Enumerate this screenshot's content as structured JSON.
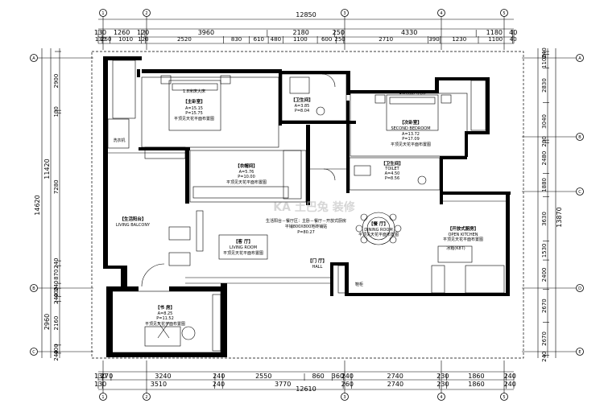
{
  "top_dims": {
    "overall": "12850",
    "row2": [
      "130",
      "1260",
      "120",
      "3960",
      "2180",
      "250",
      "4330",
      "1180",
      "40"
    ],
    "row3": [
      "130",
      "250",
      "1010",
      "120",
      "2520",
      "830",
      "610",
      "480",
      "1100",
      "600",
      "250",
      "2710",
      "390",
      "1230",
      "1100",
      "40"
    ]
  },
  "bottom_dims": {
    "row1": [
      "130",
      "270",
      "3240",
      "240",
      "2550",
      "860",
      "360",
      "240",
      "2740",
      "230",
      "1860",
      "240"
    ],
    "row2": [
      "130",
      "3510",
      "240",
      "3770",
      "260",
      "2740",
      "230",
      "1860",
      "240"
    ],
    "overall": "12610"
  },
  "left_dims": {
    "outer": "14620",
    "mid": [
      "11420",
      "2960"
    ],
    "inner": [
      "2900",
      "130",
      "7280",
      "240",
      "870",
      "240",
      "400",
      "240",
      "2160",
      "400",
      "240"
    ]
  },
  "right_dims": {
    "outer": "13870",
    "inner": [
      "240",
      "1100",
      "2830",
      "3040",
      "230",
      "2480",
      "1880",
      "3630",
      "1530",
      "2400",
      "2670",
      "2670",
      "240"
    ]
  },
  "axis_labels": {
    "top": [
      "1",
      "2",
      "3",
      "4",
      "5"
    ],
    "bottom": [
      "1",
      "2",
      "3",
      "4",
      "5"
    ],
    "left": [
      "A",
      "B",
      "C"
    ],
    "right": [
      "A",
      "B",
      "C",
      "D",
      "E"
    ]
  },
  "rooms": {
    "master_bed": {
      "name": "【主卧室】",
      "area": "A=15.15",
      "h": "P=15.75",
      "note": "平顶见天花平面布置图"
    },
    "master_bath": {
      "name": "【卫生间】",
      "area": "A=3.85",
      "h": "P=8.04"
    },
    "second_bed": {
      "name": "【次卧室】",
      "area": "A=13.72",
      "h": "P=17.09",
      "en": "SECOND BEDROOM",
      "note": "平顶见天花平面布置图"
    },
    "cloak": {
      "name": "【衣帽间】",
      "area": "A=5.76",
      "h": "P=10.00",
      "note": "平顶见天花平面布置图"
    },
    "public_bath": {
      "name": "【卫生间】",
      "area": "A=4.50",
      "h": "P=8.56",
      "en": "TOILET"
    },
    "balcony_living": {
      "name": "【生活阳台】",
      "en": "LIVING BALCONY"
    },
    "living": {
      "name": "【客 厅】",
      "en": "LIVING ROOM",
      "note": "平顶见天花平面布置图"
    },
    "dining": {
      "name": "【餐 厅】",
      "en": "DINING ROOM",
      "note": "平顶见天花平面布置图"
    },
    "kitchen": {
      "name": "【开放式厨房】",
      "en": "OPEN KITCHEN",
      "note": "平顶见天花平面布置图"
    },
    "foyer": {
      "name": "【门 厅】",
      "en": "HALL"
    },
    "study": {
      "name": "【书 房】",
      "area": "A=8.25",
      "h": "P=11.52",
      "note": "平顶见天花平面布置图"
    },
    "floor_note_1": "生活阳台－餐厅区：主卧－餐厅－开放式厨房",
    "floor_note_2": "平铺800X800地砖铺贴",
    "floor_note_3": "P=80.27"
  },
  "labels": {
    "bed_top": "1.8米床大床",
    "bed_second": "1.5米双人大床",
    "kitchen_unit": "冰箱(K8T)",
    "shoe": "鞋柜",
    "wash": "洗衣机"
  },
  "watermark": "KA 土巴兔 装修"
}
